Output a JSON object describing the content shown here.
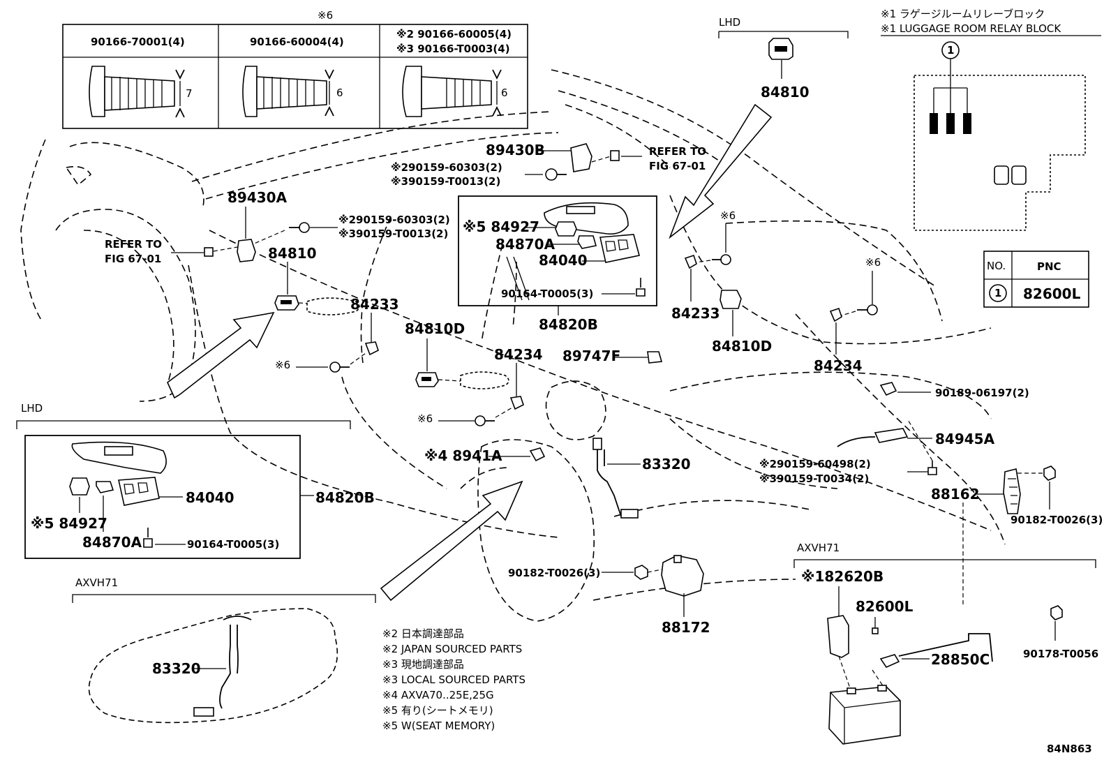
{
  "relay_block": {
    "title_jp": "※1 ラゲージルームリレーブロック",
    "title_en": "※1 LUGGAGE ROOM RELAY BLOCK",
    "marker": "1",
    "pnc_table": {
      "col_no": "NO.",
      "col_pnc": "PNC",
      "row_no": "1",
      "row_pnc": "82600L"
    }
  },
  "screw_table": {
    "note": "※6",
    "col1": "90166-70001(4)",
    "col2": "90166-60004(4)",
    "col3_line1": "※2 90166-60005(4)",
    "col3_line2": "※3 90166-T0003(4)",
    "dim1": "7",
    "dim2": "6",
    "dim3": "6"
  },
  "group_labels": {
    "lhd_top": "LHD",
    "lhd_left": "LHD",
    "axvh71_left": "AXVH71",
    "axvh71_right": "AXVH71"
  },
  "parts": {
    "p84810_top": "84810",
    "p89430B": "89430B",
    "p_refer_right_1": "REFER TO",
    "p_refer_right_2": "FIG 67-01",
    "p_bolt_b_jp": "※290159-60303(2)",
    "p_bolt_b_lo": "※390159-T0013(2)",
    "p89430A": "89430A",
    "p_bolt_a_jp": "※290159-60303(2)",
    "p_bolt_a_lo": "※390159-T0013(2)",
    "p_refer_left_1": "REFER TO",
    "p_refer_left_2": "FIG 67-01",
    "p84810_left": "84810",
    "p84927_top": "※5 84927",
    "p84870A_top": "84870A",
    "p84040_top": "84040",
    "p90164_top": "90164-T0005(3)",
    "p84820B_top": "84820B",
    "p_m6_r1": "※6",
    "p_m6_r2": "※6",
    "p84233_mid": "84233",
    "p84810D_mid": "84810D",
    "p84233_right": "84233",
    "p84810D_right": "84810D",
    "p84234_right": "84234",
    "p84234_mid": "84234",
    "p89747F": "89747F",
    "p_m6_a": "※6",
    "p_m6_b": "※6",
    "p8941A": "※4 8941A",
    "p83320_mid": "83320",
    "p90189": "90189-06197(2)",
    "p84945A": "84945A",
    "p_bolt_c_jp": "※290159-60498(2)",
    "p_bolt_c_lo": "※390159-T0034(2)",
    "p88162": "88162",
    "p90182_right": "90182-T0026(3)",
    "p84040_left": "84040",
    "p84820B_left": "84820B",
    "p84927_left": "※5 84927",
    "p84870A_left": "84870A",
    "p90164_left": "90164-T0005(3)",
    "p90182_mid": "90182-T0026(3)",
    "p88172": "88172",
    "p83320_left": "83320",
    "p82620B": "※182620B",
    "p82600L": "82600L",
    "p28850C": "28850C",
    "p90178": "90178-T0056"
  },
  "notes": [
    "※2 日本調達部品",
    "※2 JAPAN SOURCED PARTS",
    "※3 現地調達部品",
    "※3 LOCAL SOURCED PARTS",
    "※4 AXVA70..25E,25G",
    "※5 有り(シートメモリ)",
    "※5 W(SEAT MEMORY)"
  ],
  "ref_code": "84N863"
}
